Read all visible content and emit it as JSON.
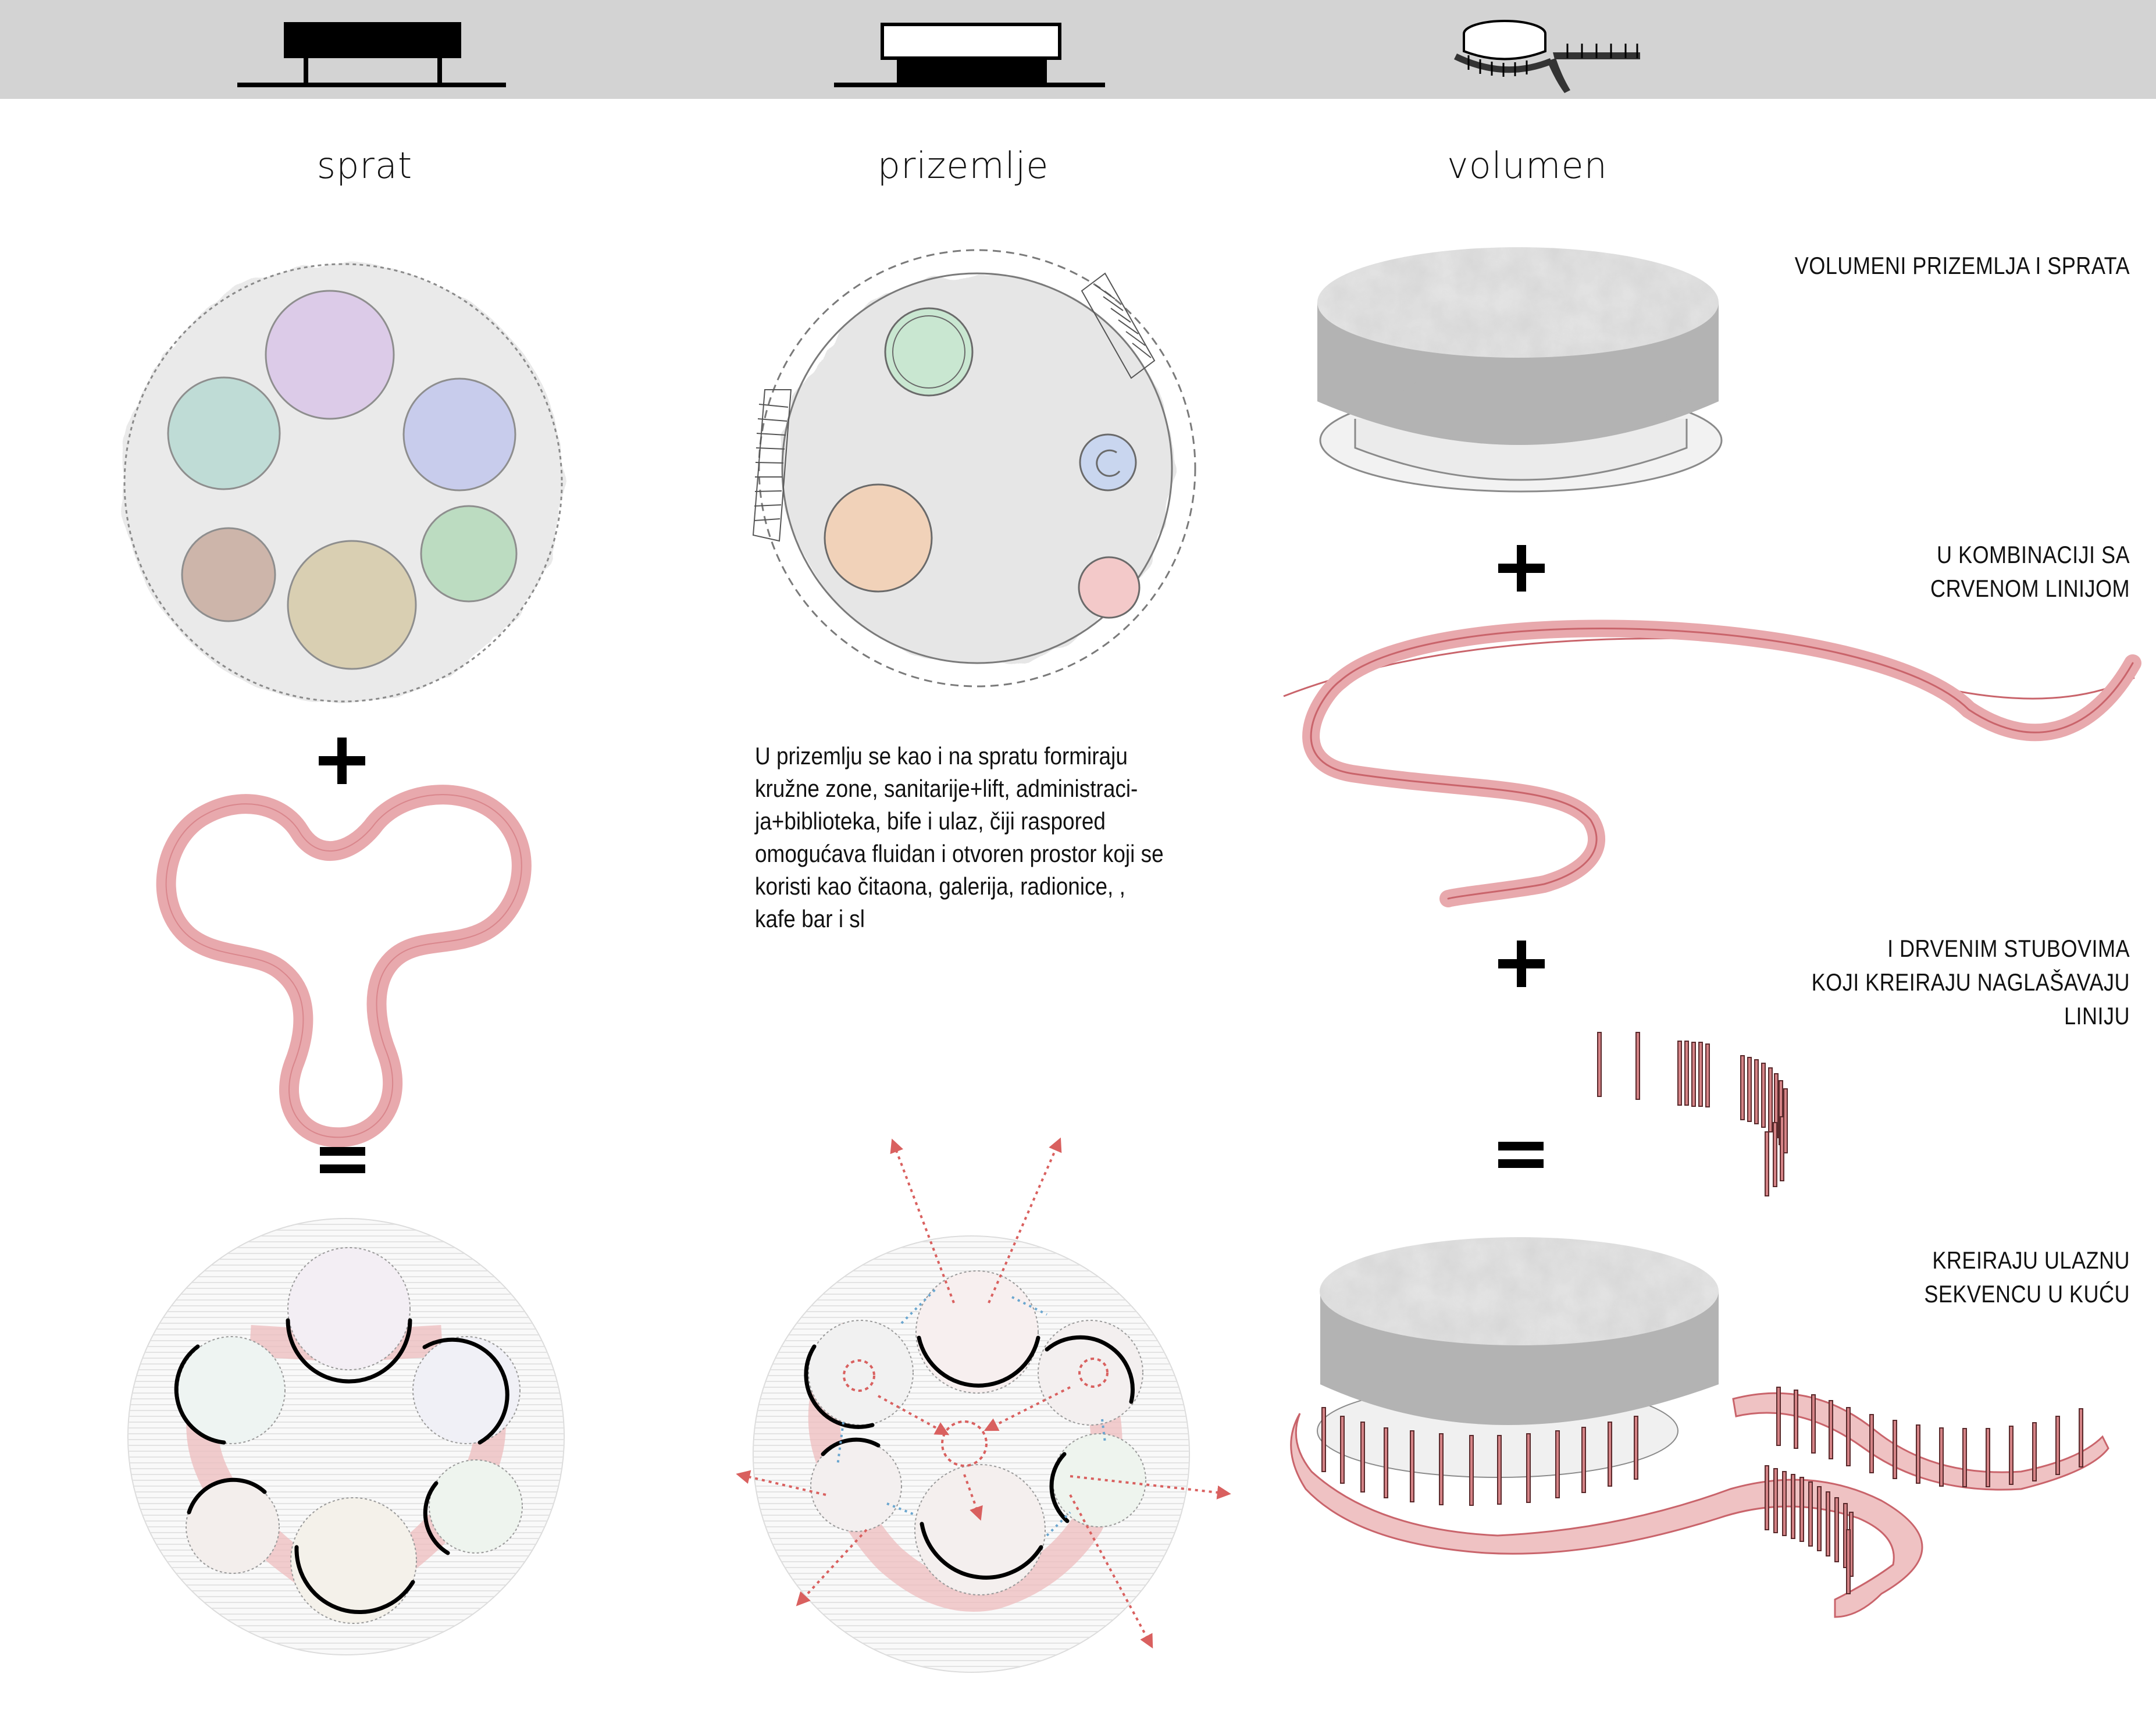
{
  "columns": {
    "sprat": "sprat",
    "prizemlje": "prizemlje",
    "volumen": "volumen"
  },
  "description_lines": [
    "U prizemlju se kao i na spratu formiraju",
    "kružne zone, sanitarije+lift, administraci-",
    "ja+biblioteka, bife i ulaz, čiji raspored",
    "omogućava fluidan i otvoren prostor koji se",
    "koristi kao čitaona, galerija, radionice, ,",
    "kafe bar i sl"
  ],
  "captions": {
    "volumeni": [
      "VOLUMENI PRIZEMLJA I SPRATA"
    ],
    "kombinacija": [
      "U KOMBINACIJI SA",
      "CRVENOM LINIJOM"
    ],
    "stubovi": [
      "I DRVENIM STUBOVIMA",
      "KOJI KREIRAJU NAGLAŠAVAJU",
      "LINIJU"
    ],
    "sekvenca": [
      "KREIRAJU ULAZNU",
      "SEKVENCU U KUĆU"
    ]
  },
  "operators": {
    "plus": "+",
    "equals": "="
  },
  "colors": {
    "topbar": "#d3d3d3",
    "red_line": "#e8a9ad",
    "red_stroke": "#c9646b",
    "concrete": "#a8a8a8",
    "watercolor_grey": "#e6e6e6",
    "arrow_red": "#d9605f",
    "arrow_blue": "#6aa6cf"
  },
  "sprat_zones": [
    {
      "name": "lavender",
      "color": "#d9c8e6"
    },
    {
      "name": "teal",
      "color": "#bcdcd8"
    },
    {
      "name": "periwinkle",
      "color": "#c6cbec"
    },
    {
      "name": "brown",
      "color": "#cdb3a8"
    },
    {
      "name": "green",
      "color": "#b9dcbf"
    },
    {
      "name": "olive",
      "color": "#d8ceb0"
    }
  ],
  "prizemlje_zones": [
    {
      "name": "green",
      "color": "#c7e6cf"
    },
    {
      "name": "blue",
      "color": "#c9d6ef"
    },
    {
      "name": "orange",
      "color": "#f1d2b9"
    },
    {
      "name": "pink",
      "color": "#f3c9c9"
    }
  ]
}
